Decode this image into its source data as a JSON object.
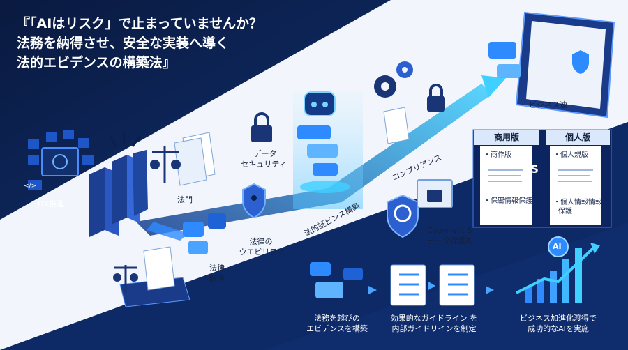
{
  "title": {
    "line1": "『「AIはリスク」で止まっていませんか？",
    "line2": "法務を納得させ、安全な実装へ導く",
    "line3": "法的エビデンスの構築法』"
  },
  "labels": {
    "dx": "DX推進",
    "houmon": "法門",
    "data_security_1": "データ",
    "data_security_2": "セキュリティ",
    "legal_usability_1": "法律の",
    "legal_usability_2": "ウエビリティ",
    "legal_solution_1": "法律",
    "legal_solution_2": "解決",
    "evidence_build": "法的証ビンス構築",
    "compliance": "コンプリアンス",
    "copyright_1": "Copyright &",
    "copyright_2": "データ保護的",
    "business_speed": "ビジネス速"
  },
  "comparison": {
    "commercial_title": "商用版",
    "personal_title": "個人版",
    "vs": "VS",
    "commercial_items": [
      "・商作版",
      "・保密情報保護"
    ],
    "personal_items": [
      "・個人規版",
      "・個人情報情報",
      "保護"
    ]
  },
  "steps": [
    {
      "line1": "法務を越ぴの",
      "line2": "エビデンスを構築"
    },
    {
      "line1": "効果的なガイドライン を",
      "line2": "内部ガイドリインを制定"
    },
    {
      "line1": "ビジネス加進化渡得で",
      "line2": "成功的なAIを実施"
    }
  ],
  "icons": {
    "ai_badge": "AI",
    "code_tag": "</>",
    "copyright_symbol": "C"
  },
  "colors": {
    "navy": "#0b1f4d",
    "band": "#eef3fb",
    "accent": "#2e8bff",
    "cyan": "#3fd0ff"
  }
}
